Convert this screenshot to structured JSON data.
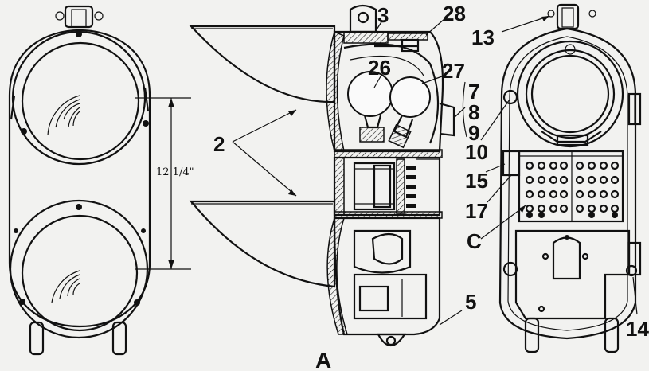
{
  "diagram": {
    "dimension_label": "12 1/4\"",
    "figure_label": "A",
    "callouts": {
      "c3": "3",
      "c28": "28",
      "c13": "13",
      "c26": "26",
      "c27": "27",
      "c7": "7",
      "c8": "8",
      "c9": "9",
      "c2": "2",
      "c10": "10",
      "c15": "15",
      "c17": "17",
      "cC": "C",
      "c5": "5",
      "c14": "14"
    }
  }
}
